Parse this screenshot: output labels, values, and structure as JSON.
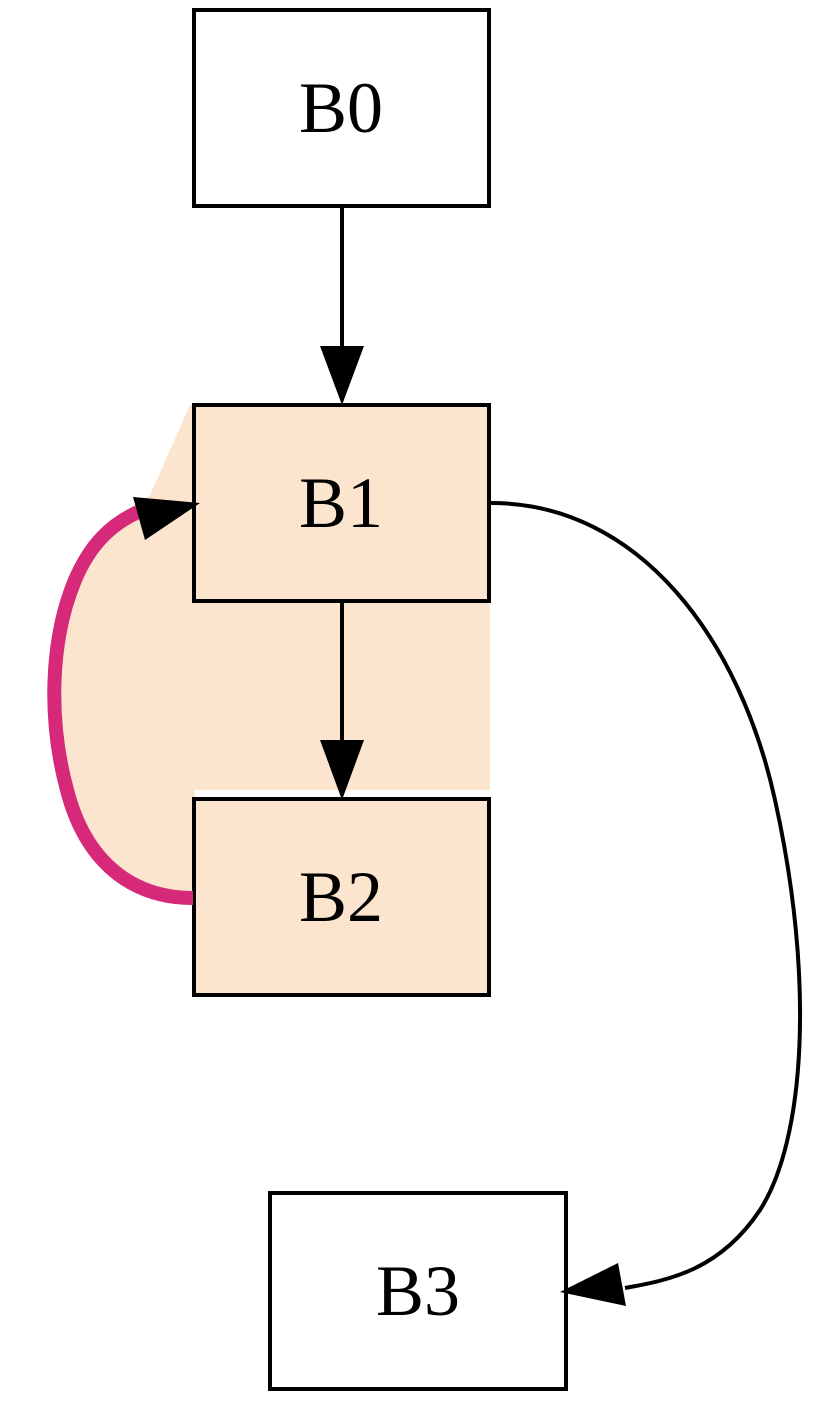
{
  "nodes": {
    "b0": {
      "label": "B0"
    },
    "b1": {
      "label": "B1"
    },
    "b2": {
      "label": "B2"
    },
    "b3": {
      "label": "B3"
    }
  },
  "edges": [
    {
      "from": "B0",
      "to": "B1"
    },
    {
      "from": "B1",
      "to": "B2"
    },
    {
      "from": "B2",
      "to": "B1",
      "kind": "back-edge"
    },
    {
      "from": "B1",
      "to": "B3"
    }
  ],
  "loop_region": {
    "nodes": [
      "B1",
      "B2"
    ]
  },
  "colors": {
    "loop_fill": "#fbe5cf",
    "back_edge": "#d6297a",
    "stroke": "#000000",
    "node_fill": "#ffffff"
  }
}
